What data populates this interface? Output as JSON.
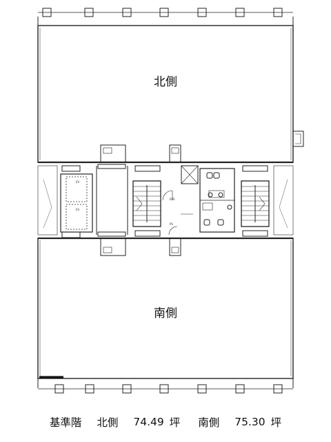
{
  "plan": {
    "north_label": "北側",
    "south_label": "南側"
  },
  "caption": {
    "floor": "基準階",
    "north_label": "北側",
    "north_area": "74.49",
    "south_label": "南側",
    "south_area": "75.30",
    "unit": "坪"
  }
}
